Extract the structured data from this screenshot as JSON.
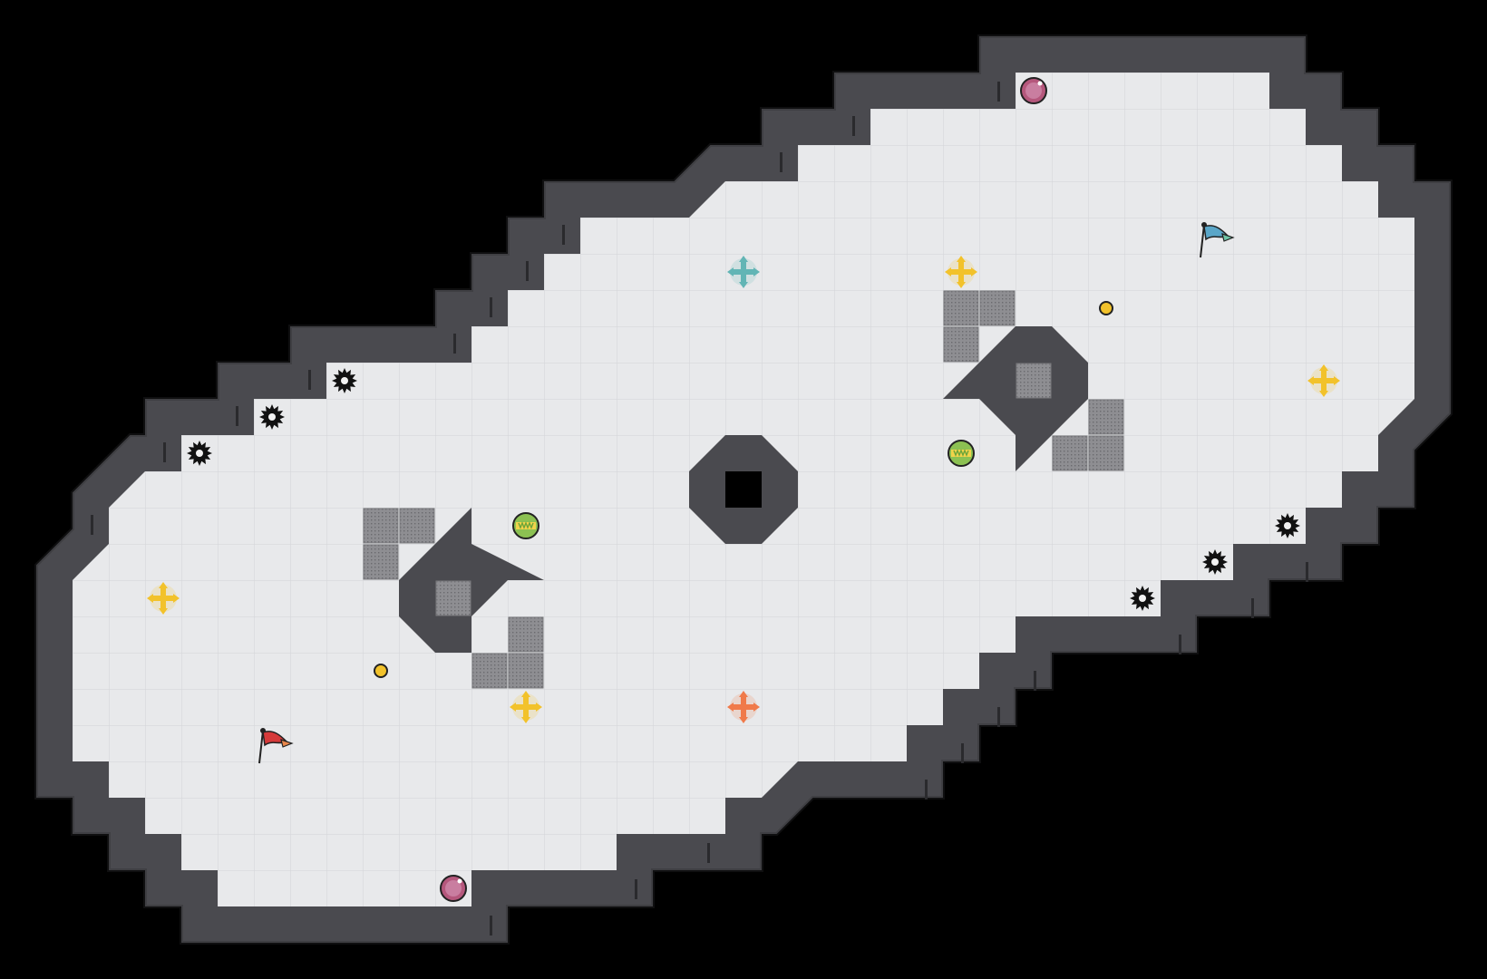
{
  "map": {
    "name": "arena-map",
    "colors": {
      "background": "#000000",
      "wall": "#4a4a4f",
      "wall_edge": "#2b2b2e",
      "floor": "#e8e9eb",
      "floor_line": "#cfd1d4",
      "crate": "#8e8e92",
      "crate_dot": "#6f6f73"
    }
  },
  "entities": {
    "flags": [
      {
        "team": "red",
        "color": "#d63a3a",
        "tip": "#e8864a",
        "icon": "flag-icon"
      },
      {
        "team": "blue",
        "color": "#5aa6c8",
        "tip": "#6ec3a6",
        "icon": "flag-icon"
      }
    ],
    "spawn_pads": [
      {
        "color": "#f2c22b",
        "icon": "cross-arrows-icon"
      },
      {
        "color": "#f2c22b",
        "icon": "cross-arrows-icon"
      },
      {
        "color": "#f2c22b",
        "icon": "cross-arrows-icon"
      },
      {
        "color": "#f2c22b",
        "icon": "cross-arrows-icon"
      },
      {
        "color": "#f07a4a",
        "icon": "cross-arrows-icon"
      },
      {
        "color": "#62b5b5",
        "icon": "cross-arrows-icon"
      }
    ],
    "orbs": [
      {
        "color": "#b5577c",
        "icon": "purple-orb-icon"
      },
      {
        "color": "#b5577c",
        "icon": "purple-orb-icon"
      }
    ],
    "boost_orbs": [
      {
        "color": "#8cc152",
        "icon": "green-boost-icon"
      },
      {
        "color": "#8cc152",
        "icon": "green-boost-icon"
      }
    ],
    "coins": [
      {
        "color": "#f2c22b",
        "icon": "coin-icon"
      },
      {
        "color": "#f2c22b",
        "icon": "coin-icon"
      }
    ],
    "spikes": [
      {
        "icon": "spike-gear-icon"
      },
      {
        "icon": "spike-gear-icon"
      },
      {
        "icon": "spike-gear-icon"
      },
      {
        "icon": "spike-gear-icon"
      },
      {
        "icon": "spike-gear-icon"
      },
      {
        "icon": "spike-gear-icon"
      }
    ]
  }
}
